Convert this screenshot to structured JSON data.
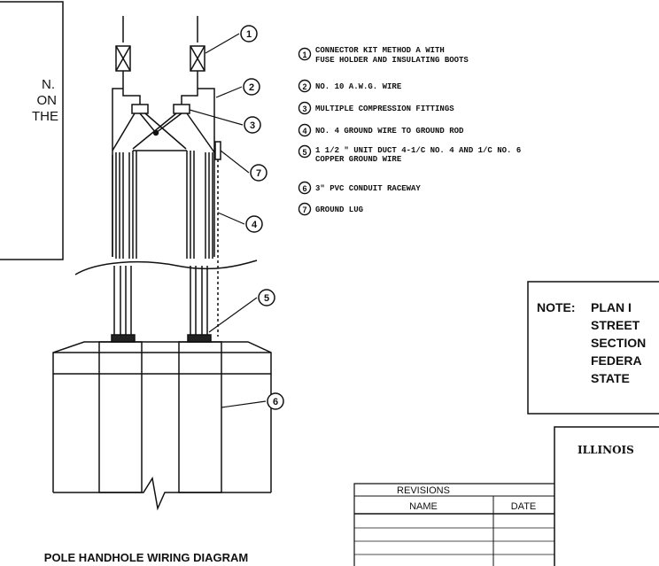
{
  "side_note_lines": [
    "N.",
    "ON",
    "THE"
  ],
  "legend": [
    {
      "num": "1",
      "lines": [
        "CONNECTOR KIT METHOD A WITH",
        "FUSE HOLDER AND INSULATING BOOTS"
      ]
    },
    {
      "num": "2",
      "lines": [
        "NO. 10 A.W.G. WIRE"
      ]
    },
    {
      "num": "3",
      "lines": [
        "MULTIPLE COMPRESSION FITTINGS"
      ]
    },
    {
      "num": "4",
      "lines": [
        "NO. 4 GROUND WIRE TO GROUND ROD"
      ]
    },
    {
      "num": "5",
      "lines": [
        "1 1/2 \" UNIT DUCT 4-1/C NO. 4 AND 1/C NO. 6",
        "COPPER GROUND WIRE"
      ]
    },
    {
      "num": "6",
      "lines": [
        "3\" PVC CONDUIT RACEWAY"
      ]
    },
    {
      "num": "7",
      "lines": [
        "GROUND LUG"
      ]
    }
  ],
  "callouts": [
    "1",
    "2",
    "3",
    "7",
    "4",
    "5",
    "6"
  ],
  "note": {
    "label": "NOTE:",
    "lines": [
      "PLAN I",
      "STREET",
      "SECTION",
      "FEDERA",
      "STATE"
    ]
  },
  "title_block": {
    "agency": "ILLINOIS"
  },
  "revisions": {
    "title": "REVISIONS",
    "columns": [
      "NAME",
      "DATE"
    ]
  },
  "diagram_title": "POLE HANDHOLE WIRING DIAGRAM"
}
